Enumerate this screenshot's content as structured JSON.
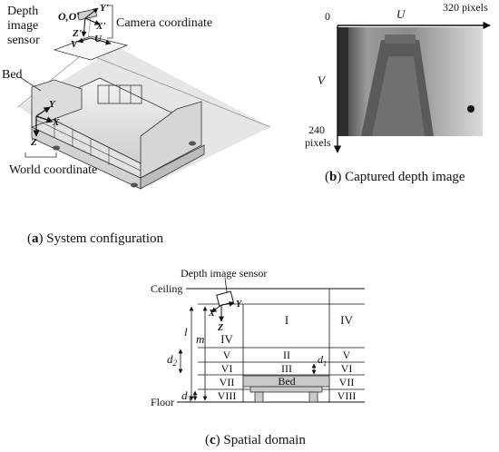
{
  "panel_a": {
    "sensor_label_1": "Depth",
    "sensor_label_2": "image",
    "sensor_label_3": "sensor",
    "origin_label": "O,O'",
    "axis_y_prime": "Y'",
    "axis_x_prime": "X'",
    "axis_z_prime": "Z'",
    "axis_u": "U",
    "axis_v": "V",
    "camera_coordinate": "Camera coordinate",
    "bed_label": "Bed",
    "world_y": "Y",
    "world_x": "X",
    "world_z": "Z",
    "world_coordinate": "World coordinate",
    "caption_letter": "a",
    "caption_text": "System configuration"
  },
  "panel_b": {
    "origin_zero": "0",
    "axis_u": "U",
    "u_max": "320 pixels",
    "axis_v": "V",
    "v_max_1": "240",
    "v_max_2": "pixels",
    "caption_letter": "b",
    "caption_text": "Captured depth image"
  },
  "panel_c": {
    "sensor_label": "Depth image sensor",
    "ceiling": "Ceiling",
    "floor": "Floor",
    "axis_x": "X",
    "axis_y": "Y",
    "axis_z": "Z",
    "dim_l": "l",
    "dim_m": "m",
    "dim_d1": "d",
    "dim_d1_sub": "1",
    "dim_d2": "d",
    "dim_d2_sub": "2",
    "dim_d3": "d",
    "dim_d3_sub": "3",
    "bed_label": "Bed",
    "regions": {
      "r_i": "I",
      "r_ii": "II",
      "r_iii": "III",
      "r_iv_right": "IV",
      "r_iv_left": "IV",
      "r_v_left": "V",
      "r_v_right": "V",
      "r_vi_left": "VI",
      "r_vi_right": "VI",
      "r_vii_left": "VII",
      "r_vii_right": "VII",
      "r_viii_left": "VIII",
      "r_viii_right": "VIII"
    },
    "caption_letter": "c",
    "caption_text": "Spatial domain"
  }
}
